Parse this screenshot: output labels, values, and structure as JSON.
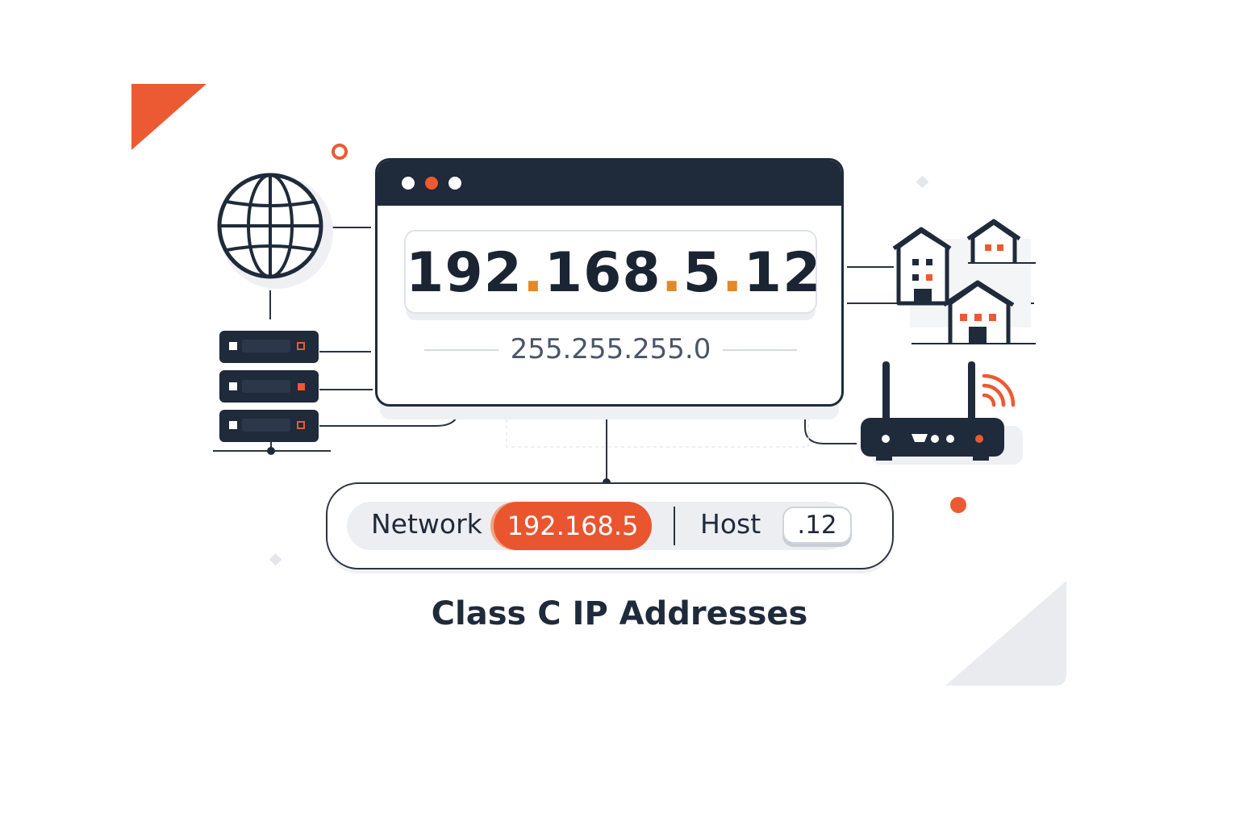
{
  "ip_address": {
    "octets": [
      "192",
      "168",
      "5",
      "12"
    ]
  },
  "subnet_mask": "255.255.255.0",
  "breakdown": {
    "network_label": "Network",
    "network_value": "192.168.5",
    "host_label": "Host",
    "host_value": ".12"
  },
  "caption": "Class C IP Addresses",
  "colors": {
    "accent": "#e9552f",
    "octet_separator": "#e28a2b",
    "dark": "#1f2a3a",
    "muted": "#4a5568",
    "light_panel": "#eceef2"
  },
  "icons": {
    "internet": "globe-icon",
    "servers": "server-rack-icon",
    "buildings": "house-icon",
    "router": "wifi-router-icon",
    "signal": "wifi-signal-icon"
  }
}
